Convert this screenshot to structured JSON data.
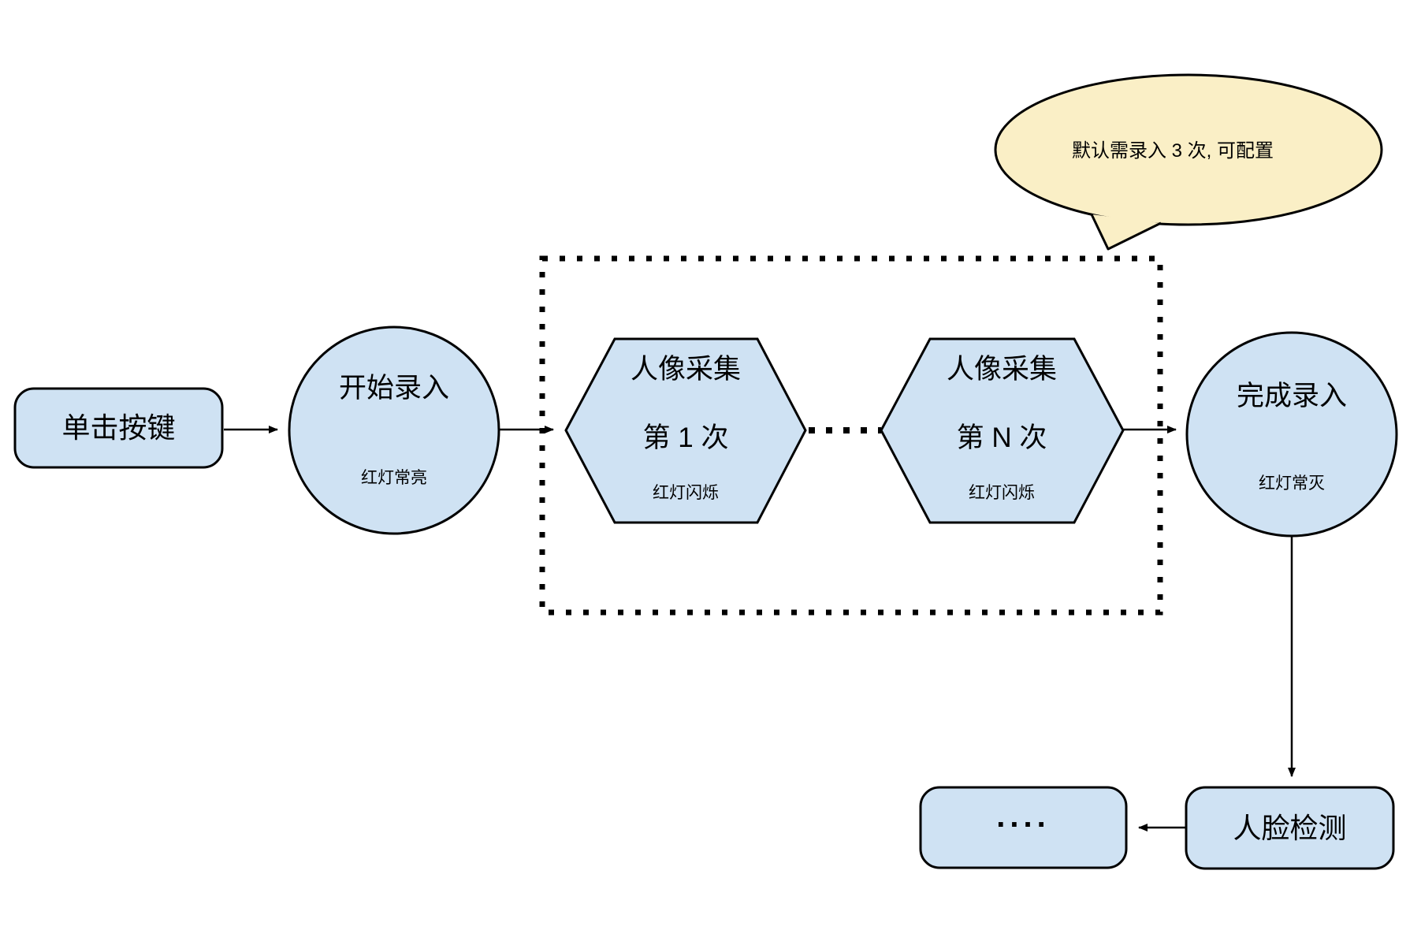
{
  "colors": {
    "node_fill": "#CFE2F3",
    "bubble_fill": "#FAEFC6",
    "stroke": "#000000",
    "background": "#FFFFFF"
  },
  "bubble": {
    "text": "默认需录入 3 次, 可配置"
  },
  "nodes": {
    "click_button": {
      "label": "单击按键"
    },
    "start": {
      "title": "开始录入",
      "sub": "红灯常亮"
    },
    "capture_1": {
      "title": "人像采集",
      "line2": "第 1 次",
      "sub": "红灯闪烁"
    },
    "capture_n": {
      "title": "人像采集",
      "line2": "第 N 次",
      "sub": "红灯闪烁"
    },
    "finish": {
      "title": "完成录入",
      "sub": "红灯常灭"
    },
    "face_detect": {
      "label": "人脸检测"
    },
    "more": {
      "label": "...."
    }
  }
}
